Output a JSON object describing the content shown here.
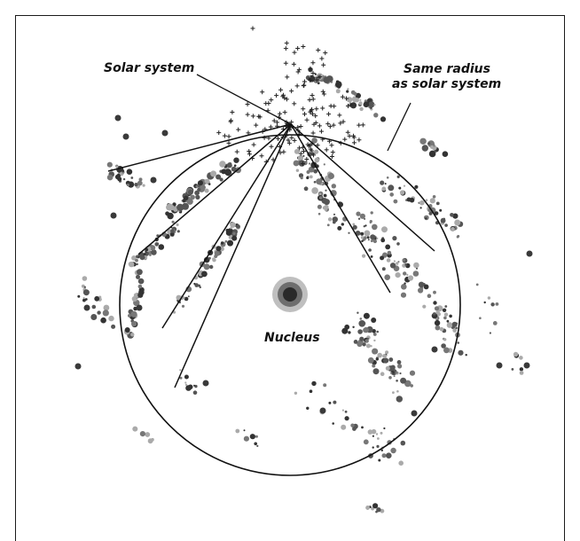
{
  "labels": {
    "solar_system": "Solar system",
    "same_radius_line1": "Same radius",
    "same_radius_line2": "as solar system",
    "nucleus": "Nucleus"
  },
  "colors": {
    "ink": "#111111",
    "blob_dark": "#333333",
    "blob_mid": "#777777",
    "blob_light": "#aaaaaa",
    "nucleus_core": "#2a2a2a",
    "nucleus_halo": "#8a8a8a",
    "frame": "#1a1a1a"
  }
}
